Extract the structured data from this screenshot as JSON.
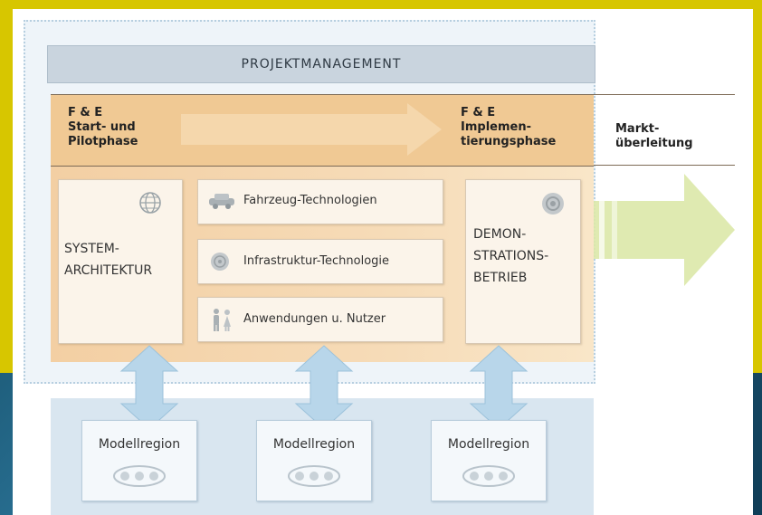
{
  "colors": {
    "background_top": "#d7c600",
    "background_bottom": "#1f5f7d",
    "phase_band": "#f0c994",
    "boxes": "#fbf4ea",
    "connector_arrows": "#b8d6ea",
    "market_arrow": "#dce8a8"
  },
  "header": {
    "title": "PROJEKTMANAGEMENT"
  },
  "phases": [
    {
      "label": "F & E\nStart- und\nPilotphase"
    },
    {
      "label": "F & E\nImplemen-\ntierungsphase"
    },
    {
      "label": "Markt-\nüberleitung"
    }
  ],
  "system_architecture": {
    "label": "SYSTEM-\nARCHITEKTUR",
    "icon": "globe-icon"
  },
  "technologies": [
    {
      "label": "Fahrzeug-Technologien",
      "icon": "vehicle-icon"
    },
    {
      "label": "Infrastruktur-Technologie",
      "icon": "infrastructure-icon"
    },
    {
      "label": "Anwendungen u. Nutzer",
      "icon": "users-icon"
    }
  ],
  "demonstration": {
    "label": "DEMON-\nSTRATIONS-\nBETRIEB",
    "icon": "gear-icon"
  },
  "model_regions": [
    {
      "label": "Modellregion",
      "icon": "network-icon"
    },
    {
      "label": "Modellregion",
      "icon": "network-icon"
    },
    {
      "label": "Modellregion",
      "icon": "network-icon"
    }
  ]
}
